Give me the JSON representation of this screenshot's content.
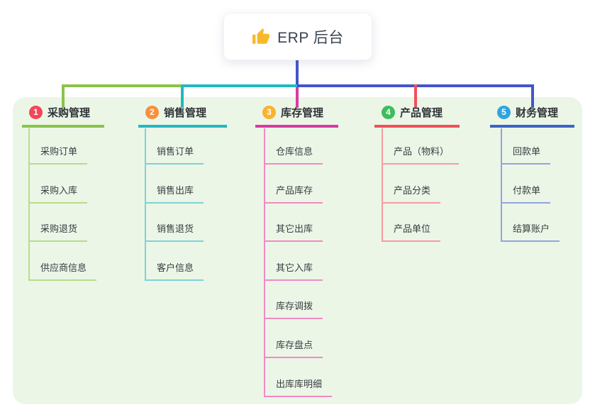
{
  "root": {
    "title": "ERP 后台",
    "icon": "thumbs-up-icon"
  },
  "colors": {
    "canvas_bg": "#ffffff",
    "panel_bg": "#ebf6e7",
    "root_connector": "#4355cc"
  },
  "branches": [
    {
      "number": "1",
      "label": "采购管理",
      "badge_color": "#f4455a",
      "line_color": "#8bc34a",
      "child_line_color": "#b7dc8c",
      "children": [
        "采购订单",
        "采购入库",
        "采购退货",
        "供应商信息"
      ]
    },
    {
      "number": "2",
      "label": "销售管理",
      "badge_color": "#f8903e",
      "line_color": "#23b8bf",
      "child_line_color": "#7ed3d6",
      "children": [
        "销售订单",
        "销售出库",
        "销售退货",
        "客户信息"
      ]
    },
    {
      "number": "3",
      "label": "库存管理",
      "badge_color": "#f9b32f",
      "line_color": "#d93aa4",
      "child_line_color": "#f28ac4",
      "children": [
        "仓库信息",
        "产品库存",
        "其它出库",
        "其它入库",
        "库存调拨",
        "库存盘点",
        "出库库明细"
      ]
    },
    {
      "number": "4",
      "label": "产品管理",
      "badge_color": "#3dbd5e",
      "line_color": "#f2505b",
      "child_line_color": "#f79ba0",
      "children": [
        "产品（物料）",
        "产品分类",
        "产品单位"
      ]
    },
    {
      "number": "5",
      "label": "财务管理",
      "badge_color": "#31a4dd",
      "line_color": "#3c63c5",
      "child_line_color": "#93a4dc",
      "children": [
        "回款单",
        "付款单",
        "结算账户"
      ]
    }
  ]
}
